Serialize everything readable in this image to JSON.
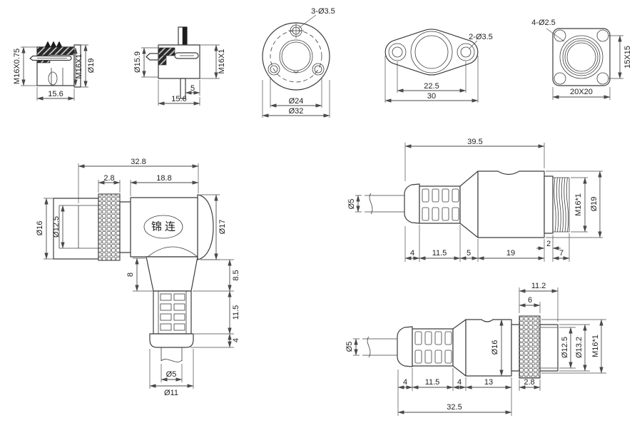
{
  "colors": {
    "line": "#3c3c3c",
    "dimension": "#4a4a4a",
    "dark_fill": "#1d1d1d",
    "background": "#ffffff"
  },
  "views": {
    "plug_side": {
      "thread_rear": "M16X0.75",
      "thread_front": "M16X1",
      "outer_dia": "Ø19",
      "body_width": "15.6"
    },
    "socket_side": {
      "body_dia": "Ø15.9",
      "thread": "M16X1",
      "pin_offset": "5",
      "body_width": "15.6"
    },
    "round_flange": {
      "mount_holes": "3-Ø3.5",
      "bolt_circle_dia": "Ø24",
      "outer_dia": "Ø32"
    },
    "oval_flange": {
      "mount_holes": "2-Ø3.5",
      "hole_spacing": "22.5",
      "overall_width": "30"
    },
    "square_flange": {
      "mount_holes": "4-Ø2.5",
      "hole_spacing": "15X15",
      "plate_size": "20X20"
    },
    "right_angle_plug": {
      "overall_length": "32.8",
      "knurl_width": "2.8",
      "body_width": "18.8",
      "barrel_dia": "Ø16",
      "bore_dia": "Ø12.5",
      "brand": "锦连",
      "head_dia": "Ø17",
      "neck_height": "8",
      "head_height": "8.5",
      "grip_height": "11.5",
      "collar_height": "4",
      "cable_dia": "Ø5",
      "boot_dia": "Ø11"
    },
    "straight_plug": {
      "overall_length": "39.5",
      "cable_dia": "Ø5",
      "seg_boot": "4",
      "seg_grip": "11.5",
      "seg_taper": "5",
      "seg_body": "19",
      "seg_step": "2",
      "seg_thread": "7",
      "thread": "M16*1",
      "body_dia": "Ø19"
    },
    "straight_socket": {
      "front_length": "11.2",
      "nut_width": "6",
      "cable_dia": "Ø5",
      "body_dia": "Ø16",
      "seg_boot": "4",
      "seg_grip": "11.5",
      "seg_taper": "4",
      "seg_body": "13",
      "knurl_width": "2.8",
      "overall_length": "32.5",
      "bore_dia": "Ø12.5",
      "socket_dia": "Ø13.2",
      "thread": "M16*1"
    }
  }
}
